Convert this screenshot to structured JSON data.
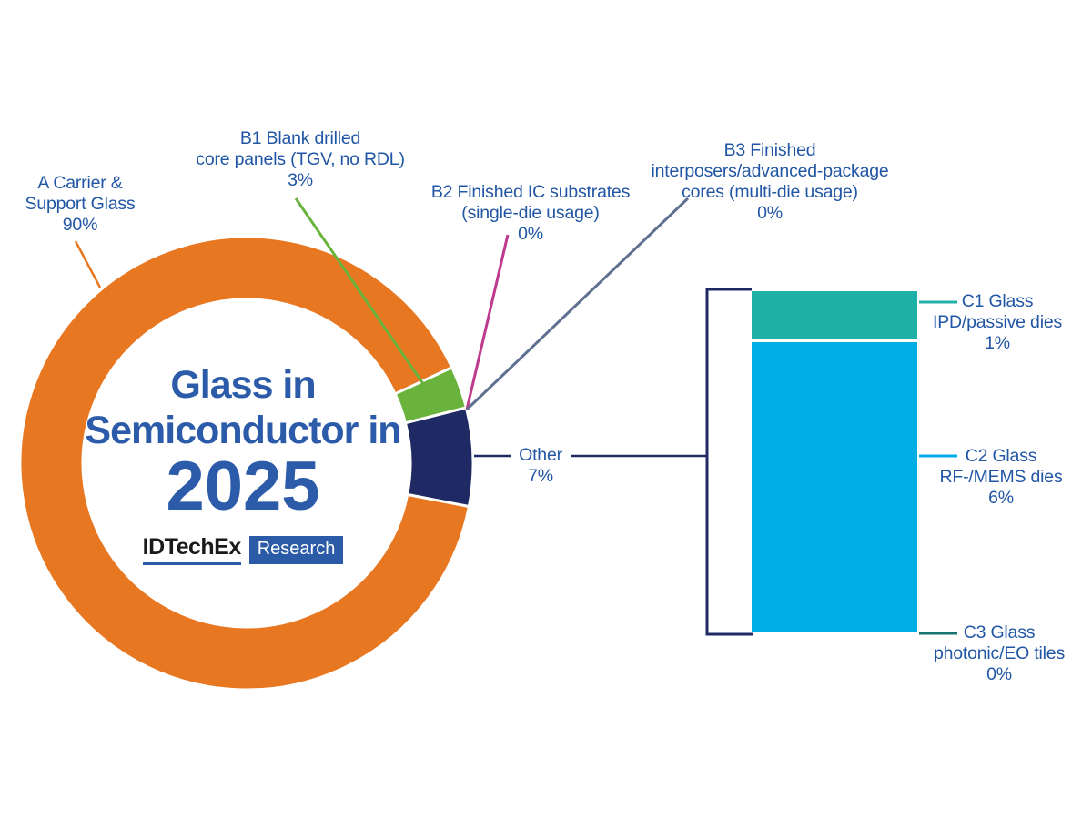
{
  "title": {
    "line1": "Glass in",
    "line2": "Semiconductor in",
    "year": "2025"
  },
  "logo": {
    "brand": "IDTechEx",
    "product": "Research"
  },
  "colors": {
    "background": "#FFFFFF",
    "label_text": "#2156A5",
    "title_text": "#2B5BA9",
    "logo_blue": "#2B5AA7",
    "logo_text": "#1A1A1A"
  },
  "chart_data": {
    "type": "pie",
    "subtype": "donut-with-breakout-bar",
    "title": "Glass in Semiconductor in 2025",
    "donut": {
      "start_angle_deg": 101,
      "direction": "clockwise",
      "series": [
        {
          "id": "A",
          "name": "A Carrier & Support Glass",
          "value": 90,
          "pct_label": "90%",
          "label_lines": [
            "A Carrier &",
            "Support Glass"
          ],
          "color": "#E87722"
        },
        {
          "id": "B1",
          "name": "B1 Blank drilled core panels (TGV, no RDL)",
          "value": 3,
          "pct_label": "3%",
          "label_lines": [
            "B1 Blank drilled",
            "core panels (TGV, no RDL)"
          ],
          "color": "#69B33C"
        },
        {
          "id": "B2",
          "name": "B2 Finished IC substrates (single-die usage)",
          "value": 0,
          "pct_label": "0%",
          "label_lines": [
            "B2 Finished IC substrates",
            "(single-die usage)"
          ],
          "color": "#BE3A8C"
        },
        {
          "id": "B3",
          "name": "B3 Finished interposers/advanced-package cores (multi-die usage)",
          "value": 0,
          "pct_label": "0%",
          "label_lines": [
            "B3 Finished",
            "interposers/advanced-package",
            "cores (multi-die usage)"
          ],
          "color": "#5F7090"
        },
        {
          "id": "Other",
          "name": "Other",
          "value": 7,
          "pct_label": "7%",
          "label_lines": [
            "Other"
          ],
          "color": "#1F2A64"
        }
      ]
    },
    "breakout_bar": {
      "represents": "Other",
      "series": [
        {
          "id": "C1",
          "name": "C1 Glass IPD/passive dies",
          "value": 1,
          "pct_label": "1%",
          "label_lines": [
            "C1 Glass",
            "IPD/passive dies"
          ],
          "color": "#1FB1A7"
        },
        {
          "id": "C2",
          "name": "C2 Glass RF-/MEMS dies",
          "value": 6,
          "pct_label": "6%",
          "label_lines": [
            "C2 Glass",
            "RF-/MEMS dies"
          ],
          "color": "#00AEE6"
        },
        {
          "id": "C3",
          "name": "C3 Glass photonic/EO tiles",
          "value": 0,
          "pct_label": "0%",
          "label_lines": [
            "C3 Glass",
            "photonic/EO tiles"
          ],
          "color": "#177770"
        }
      ]
    }
  }
}
